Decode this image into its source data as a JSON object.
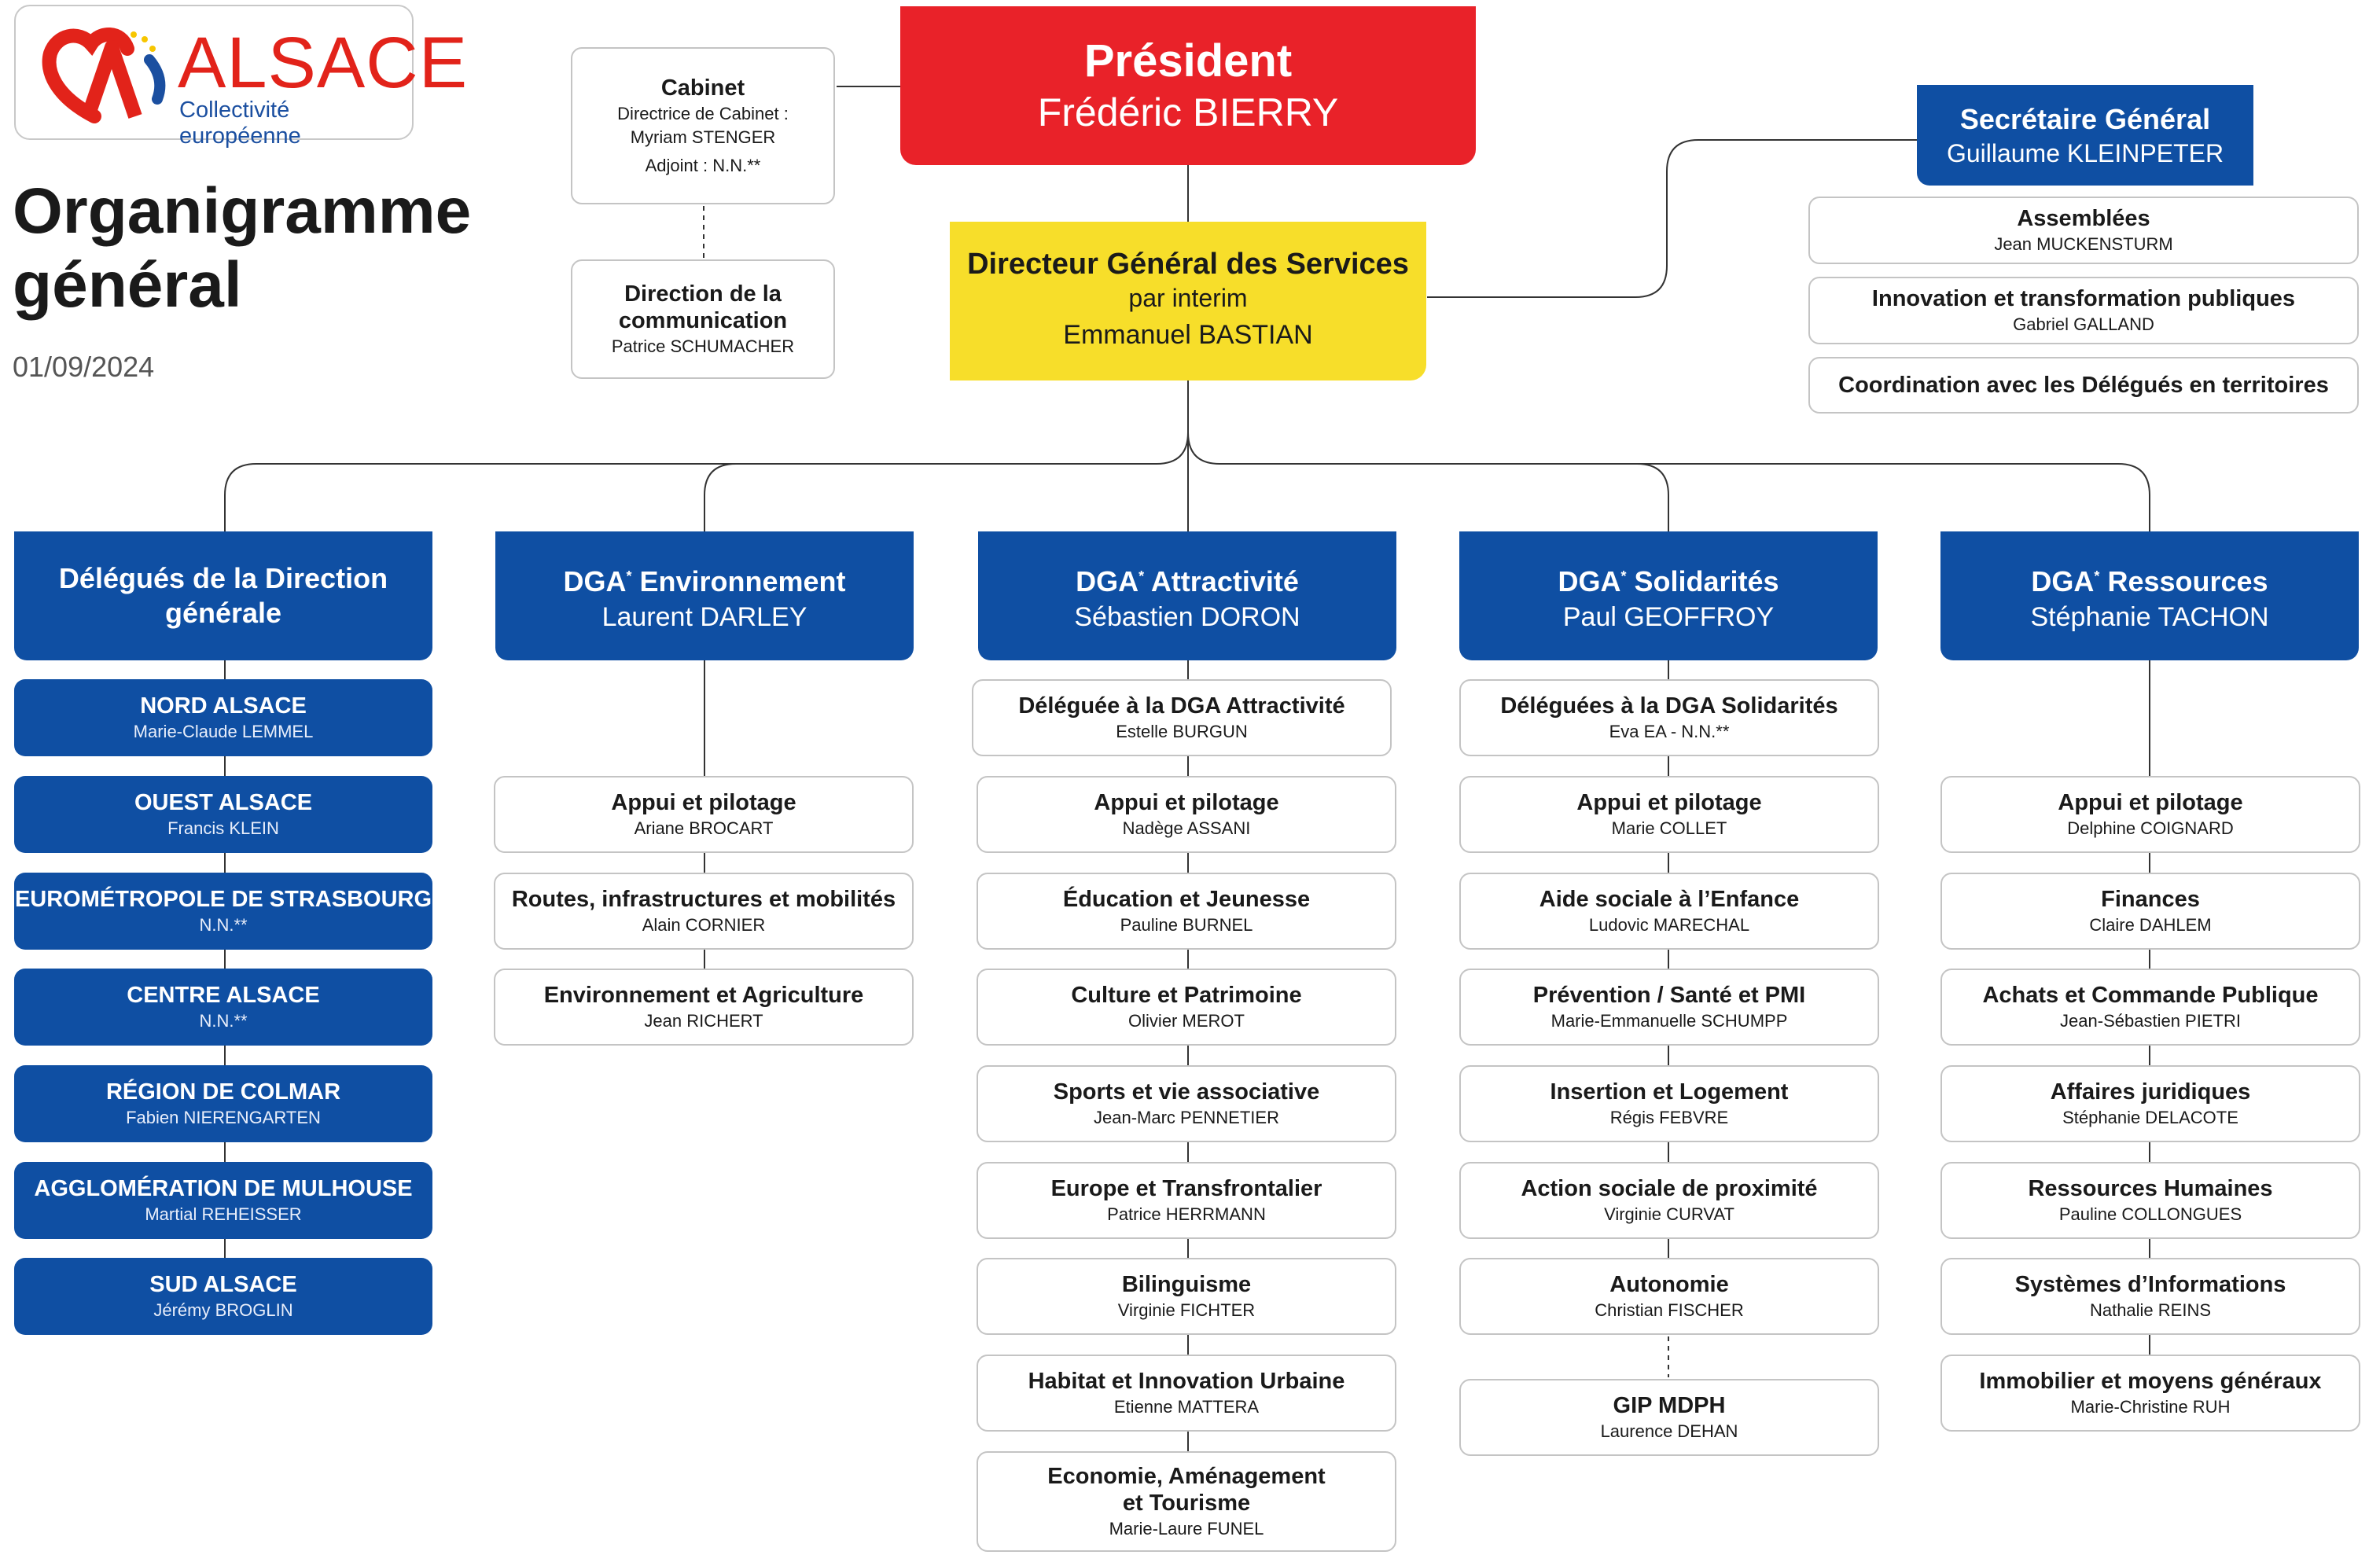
{
  "logo": {
    "name": "ALSACE",
    "tagline": "Collectivité européenne"
  },
  "title_line1": "Organigramme",
  "title_line2": "général",
  "date": "01/09/2024",
  "colors": {
    "blue": "#0f4fa3",
    "red": "#e92229",
    "yellow": "#f7de2a",
    "line": "#333333"
  },
  "president": {
    "title": "Président",
    "name": "Frédéric BIERRY"
  },
  "cabinet": {
    "title": "Cabinet",
    "line1": "Directrice de Cabinet :",
    "line2": "Myriam STENGER",
    "line3": "Adjoint : N.N.**"
  },
  "communication": {
    "title": "Direction de la communication",
    "name": "Patrice SCHUMACHER"
  },
  "dgs": {
    "title": "Directeur Général des Services",
    "subtitle": "par interim",
    "name": "Emmanuel BASTIAN"
  },
  "secretaire": {
    "title": "Secrétaire Général",
    "name": "Guillaume KLEINPETER",
    "items": [
      {
        "title": "Assemblées",
        "name": "Jean MUCKENSTURM"
      },
      {
        "title": "Innovation et transformation publiques",
        "name": "Gabriel GALLAND"
      },
      {
        "title": "Coordination avec les Délégués en territoires",
        "name": ""
      }
    ]
  },
  "columns": [
    {
      "title": "Délégués de la Direction générale",
      "name": "",
      "items": [
        {
          "title": "NORD ALSACE",
          "name": "Marie-Claude LEMMEL"
        },
        {
          "title": "OUEST ALSACE",
          "name": "Francis KLEIN"
        },
        {
          "title": "EUROMÉTROPOLE DE STRASBOURG",
          "name": "N.N.**"
        },
        {
          "title": "CENTRE ALSACE",
          "name": "N.N.**"
        },
        {
          "title": "RÉGION DE COLMAR",
          "name": "Fabien NIERENGARTEN"
        },
        {
          "title": "AGGLOMÉRATION DE MULHOUSE",
          "name": "Martial REHEISSER"
        },
        {
          "title": "SUD ALSACE",
          "name": "Jérémy BROGLIN"
        }
      ]
    },
    {
      "title": "Environnement",
      "name": "Laurent DARLEY",
      "items": [
        {
          "title": "Appui et pilotage",
          "name": "Ariane BROCART"
        },
        {
          "title": "Routes, infrastructures et mobilités",
          "name": "Alain CORNIER"
        },
        {
          "title": "Environnement et Agriculture",
          "name": "Jean RICHERT"
        }
      ]
    },
    {
      "title": "Attractivité",
      "name": "Sébastien DORON",
      "items": [
        {
          "title": "Déléguée à la DGA Attractivité",
          "name": "Estelle BURGUN"
        },
        {
          "title": "Appui et pilotage",
          "name": "Nadège ASSANI"
        },
        {
          "title": "Éducation et Jeunesse",
          "name": "Pauline BURNEL"
        },
        {
          "title": "Culture et Patrimoine",
          "name": "Olivier MEROT"
        },
        {
          "title": "Sports et vie associative",
          "name": "Jean-Marc PENNETIER"
        },
        {
          "title": "Europe et Transfrontalier",
          "name": "Patrice HERRMANN"
        },
        {
          "title": "Bilinguisme",
          "name": "Virginie FICHTER"
        },
        {
          "title": "Habitat et Innovation Urbaine",
          "name": "Etienne MATTERA"
        },
        {
          "title": "Economie, Aménagement et Tourisme",
          "name": "Marie-Laure FUNEL"
        }
      ]
    },
    {
      "title": "Solidarités",
      "name": "Paul GEOFFROY",
      "items": [
        {
          "title": "Déléguées à la DGA Solidarités",
          "name": "Eva EA - N.N.**"
        },
        {
          "title": "Appui et pilotage",
          "name": "Marie COLLET"
        },
        {
          "title": "Aide sociale à l’Enfance",
          "name": "Ludovic MARECHAL"
        },
        {
          "title": "Prévention / Santé et PMI",
          "name": "Marie-Emmanuelle SCHUMPP"
        },
        {
          "title": "Insertion et Logement",
          "name": "Régis FEBVRE"
        },
        {
          "title": "Action sociale de proximité",
          "name": "Virginie CURVAT"
        },
        {
          "title": "Autonomie",
          "name": "Christian FISCHER"
        },
        {
          "title": "GIP MDPH",
          "name": "Laurence DEHAN"
        }
      ]
    },
    {
      "title": "Ressources",
      "name": "Stéphanie TACHON",
      "items": [
        {
          "title": "Appui et pilotage",
          "name": "Delphine COIGNARD"
        },
        {
          "title": "Finances",
          "name": "Claire DAHLEM"
        },
        {
          "title": "Achats et Commande Publique",
          "name": "Jean-Sébastien PIETRI"
        },
        {
          "title": "Affaires juridiques",
          "name": "Stéphanie DELACOTE"
        },
        {
          "title": "Ressources Humaines",
          "name": "Pauline COLLONGUES"
        },
        {
          "title": "Systèmes d’Informations",
          "name": "Nathalie REINS"
        },
        {
          "title": "Immobilier et moyens généraux",
          "name": "Marie-Christine RUH"
        }
      ]
    }
  ],
  "dga_prefix": "DGA",
  "dga_mark": "*"
}
